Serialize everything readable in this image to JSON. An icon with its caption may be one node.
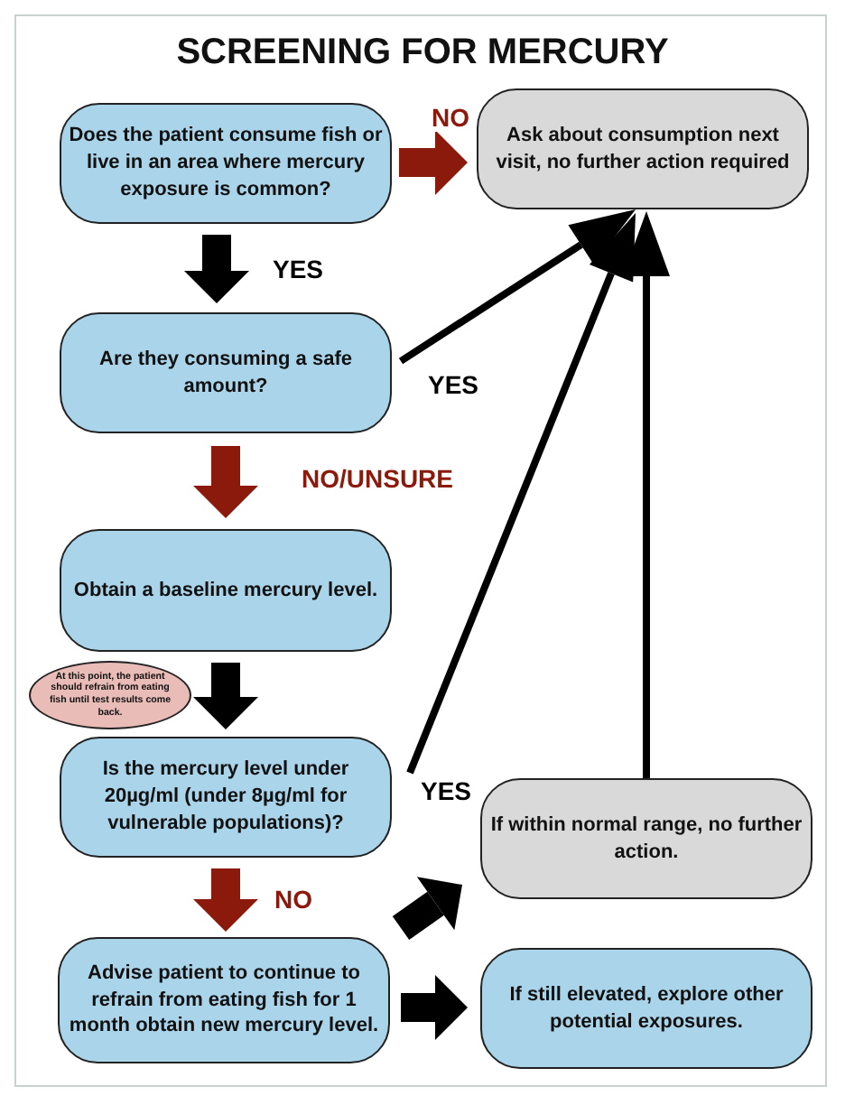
{
  "diagram": {
    "title": "SCREENING FOR MERCURY",
    "nodes": [
      {
        "text": [
          "Does the patient consume fish or live in an area where mercury exposure is common?"
        ]
      },
      {
        "text": [
          "Ask about consumption next visit, no further action required"
        ]
      },
      {
        "text": [
          "Are they consuming a safe amount?"
        ]
      },
      {
        "text": [
          "Obtain a baseline mercury level."
        ]
      },
      {
        "text": [
          "At this point, the patient should refrain from eating fish until test results come back."
        ]
      },
      {
        "text": [
          "Is the mercury level under 20µg/ml (under 8µg/ml for vulnerable populations)?"
        ]
      },
      {
        "text": [
          "If within normal range, no further action."
        ]
      },
      {
        "text": [
          "Advise patient to continue to refrain from eating fish for 1 month obtain new mercury level."
        ]
      },
      {
        "text": [
          "If still elevated, explore other potential exposures."
        ]
      }
    ],
    "edges": [
      {
        "from": 0,
        "to": 1,
        "arrow": "to",
        "label": "NO",
        "color": "#8b1a0c"
      },
      {
        "from": 0,
        "to": 2,
        "arrow": "to",
        "label": "YES"
      },
      {
        "from": 2,
        "to": 1,
        "arrow": "to",
        "label": "YES"
      },
      {
        "from": 2,
        "to": 3,
        "arrow": "to",
        "label": "NO/UNSURE",
        "color": "#8b1a0c"
      },
      {
        "from": 3,
        "to": 5,
        "arrow": "to"
      },
      {
        "from": 5,
        "to": 1,
        "arrow": "to",
        "label": "YES"
      },
      {
        "from": 6,
        "to": 1,
        "arrow": "to"
      },
      {
        "from": 5,
        "to": 7,
        "arrow": "to",
        "label": "NO",
        "color": "#8b1a0c"
      },
      {
        "from": 7,
        "to": 6,
        "arrow": "to"
      },
      {
        "from": 7,
        "to": 8,
        "arrow": "to"
      }
    ]
  }
}
